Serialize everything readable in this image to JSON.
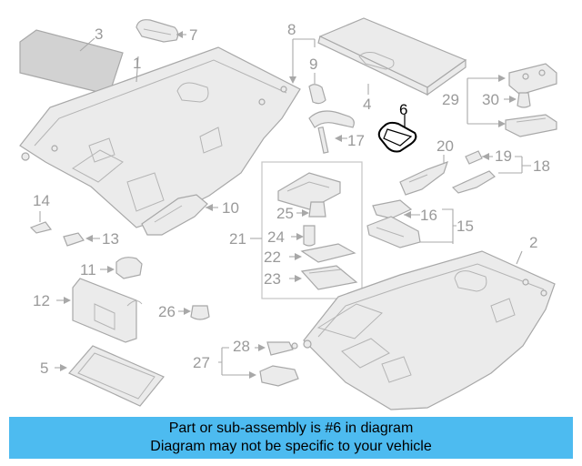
{
  "callouts": {
    "n1": "1",
    "n2": "2",
    "n3": "3",
    "n4": "4",
    "n5": "5",
    "n6": "6",
    "n7": "7",
    "n8": "8",
    "n9": "9",
    "n10": "10",
    "n11": "11",
    "n12": "12",
    "n13": "13",
    "n14": "14",
    "n15": "15",
    "n16": "16",
    "n17": "17",
    "n18": "18",
    "n19": "19",
    "n20": "20",
    "n21": "21",
    "n22": "22",
    "n23": "23",
    "n24": "24",
    "n25": "25",
    "n26": "26",
    "n27": "27",
    "n28": "28",
    "n29": "29",
    "n30": "30"
  },
  "highlighted_part": "6",
  "banner": {
    "line1": "Part or sub-assembly is #6 in diagram",
    "line2": "Diagram may not be specific to your vehicle",
    "color": "#4dbbf0"
  },
  "colors": {
    "part_stroke": "#a8a8a8",
    "label": "#9a9a9a",
    "highlight": "#000000"
  }
}
